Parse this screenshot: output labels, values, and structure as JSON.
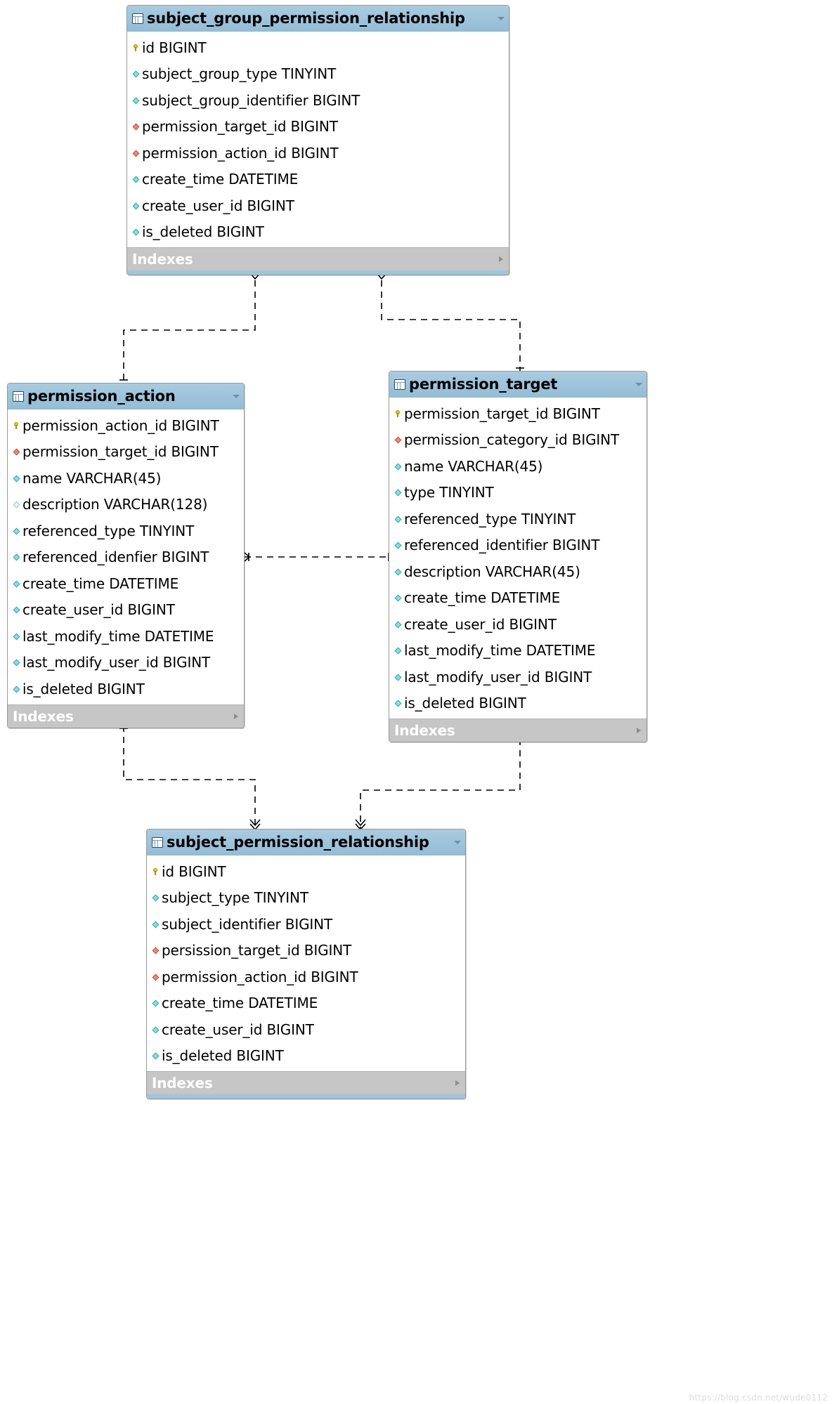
{
  "diagram": {
    "tool": "EER Diagram",
    "watermark": "https://blog.csdn.net/wude0112",
    "indexes_label": "Indexes",
    "colors": {
      "header_blue": "#9ec5dd",
      "footer_gray": "#c6c6c6",
      "pk_key": "#f2c216",
      "fk_diamond": "#ea8a77",
      "col_diamond": "#7fe3e8",
      "border": "#9a9a9a",
      "canvas": "#ffffff"
    }
  },
  "tables": [
    {
      "name": "subject_group_permission_relationship",
      "icon": "table-icon",
      "columns": [
        {
          "label": "id BIGINT",
          "key": "pk"
        },
        {
          "label": "subject_group_type TINYINT",
          "key": "col"
        },
        {
          "label": "subject_group_identifier BIGINT",
          "key": "col"
        },
        {
          "label": "permission_target_id BIGINT",
          "key": "fk"
        },
        {
          "label": "permission_action_id BIGINT",
          "key": "fk"
        },
        {
          "label": "create_time DATETIME",
          "key": "col"
        },
        {
          "label": "create_user_id BIGINT",
          "key": "col"
        },
        {
          "label": "is_deleted BIGINT",
          "key": "col"
        }
      ],
      "footer": "Indexes"
    },
    {
      "name": "permission_action",
      "icon": "table-icon",
      "columns": [
        {
          "label": "permission_action_id BIGINT",
          "key": "pk"
        },
        {
          "label": "permission_target_id BIGINT",
          "key": "fk"
        },
        {
          "label": "name VARCHAR(45)",
          "key": "col"
        },
        {
          "label": "description VARCHAR(128)",
          "key": "null"
        },
        {
          "label": "referenced_type TINYINT",
          "key": "col"
        },
        {
          "label": "referenced_idenfier BIGINT",
          "key": "col"
        },
        {
          "label": "create_time DATETIME",
          "key": "col"
        },
        {
          "label": "create_user_id BIGINT",
          "key": "col"
        },
        {
          "label": "last_modify_time DATETIME",
          "key": "col"
        },
        {
          "label": "last_modify_user_id BIGINT",
          "key": "col"
        },
        {
          "label": "is_deleted BIGINT",
          "key": "col"
        }
      ],
      "footer": "Indexes"
    },
    {
      "name": "permission_target",
      "icon": "table-icon",
      "columns": [
        {
          "label": "permission_target_id BIGINT",
          "key": "pk"
        },
        {
          "label": "permission_category_id BIGINT",
          "key": "fk"
        },
        {
          "label": "name VARCHAR(45)",
          "key": "col"
        },
        {
          "label": "type TINYINT",
          "key": "col"
        },
        {
          "label": "referenced_type TINYINT",
          "key": "col"
        },
        {
          "label": "referenced_identifier BIGINT",
          "key": "col"
        },
        {
          "label": "description VARCHAR(45)",
          "key": "col"
        },
        {
          "label": "create_time DATETIME",
          "key": "col"
        },
        {
          "label": "create_user_id BIGINT",
          "key": "col"
        },
        {
          "label": "last_modify_time DATETIME",
          "key": "col"
        },
        {
          "label": "last_modify_user_id BIGINT",
          "key": "col"
        },
        {
          "label": "is_deleted BIGINT",
          "key": "col"
        }
      ],
      "footer": "Indexes"
    },
    {
      "name": "subject_permission_relationship",
      "icon": "table-icon",
      "columns": [
        {
          "label": "id BIGINT",
          "key": "pk"
        },
        {
          "label": "subject_type TINYINT",
          "key": "col"
        },
        {
          "label": "subject_identifier BIGINT",
          "key": "col"
        },
        {
          "label": "persission_target_id BIGINT",
          "key": "fk"
        },
        {
          "label": "permission_action_id BIGINT",
          "key": "fk"
        },
        {
          "label": "create_time DATETIME",
          "key": "col"
        },
        {
          "label": "create_user_id BIGINT",
          "key": "col"
        },
        {
          "label": "is_deleted BIGINT",
          "key": "col"
        }
      ],
      "footer": "Indexes"
    }
  ],
  "relationships": [
    {
      "from": "permission_action",
      "to": "subject_group_permission_relationship",
      "style": "dashed non-identifying"
    },
    {
      "from": "permission_target",
      "to": "subject_group_permission_relationship",
      "style": "dashed non-identifying"
    },
    {
      "from": "permission_target",
      "to": "permission_action",
      "style": "dashed non-identifying"
    },
    {
      "from": "permission_action",
      "to": "subject_permission_relationship",
      "style": "dashed non-identifying"
    },
    {
      "from": "permission_target",
      "to": "subject_permission_relationship",
      "style": "dashed non-identifying"
    }
  ]
}
